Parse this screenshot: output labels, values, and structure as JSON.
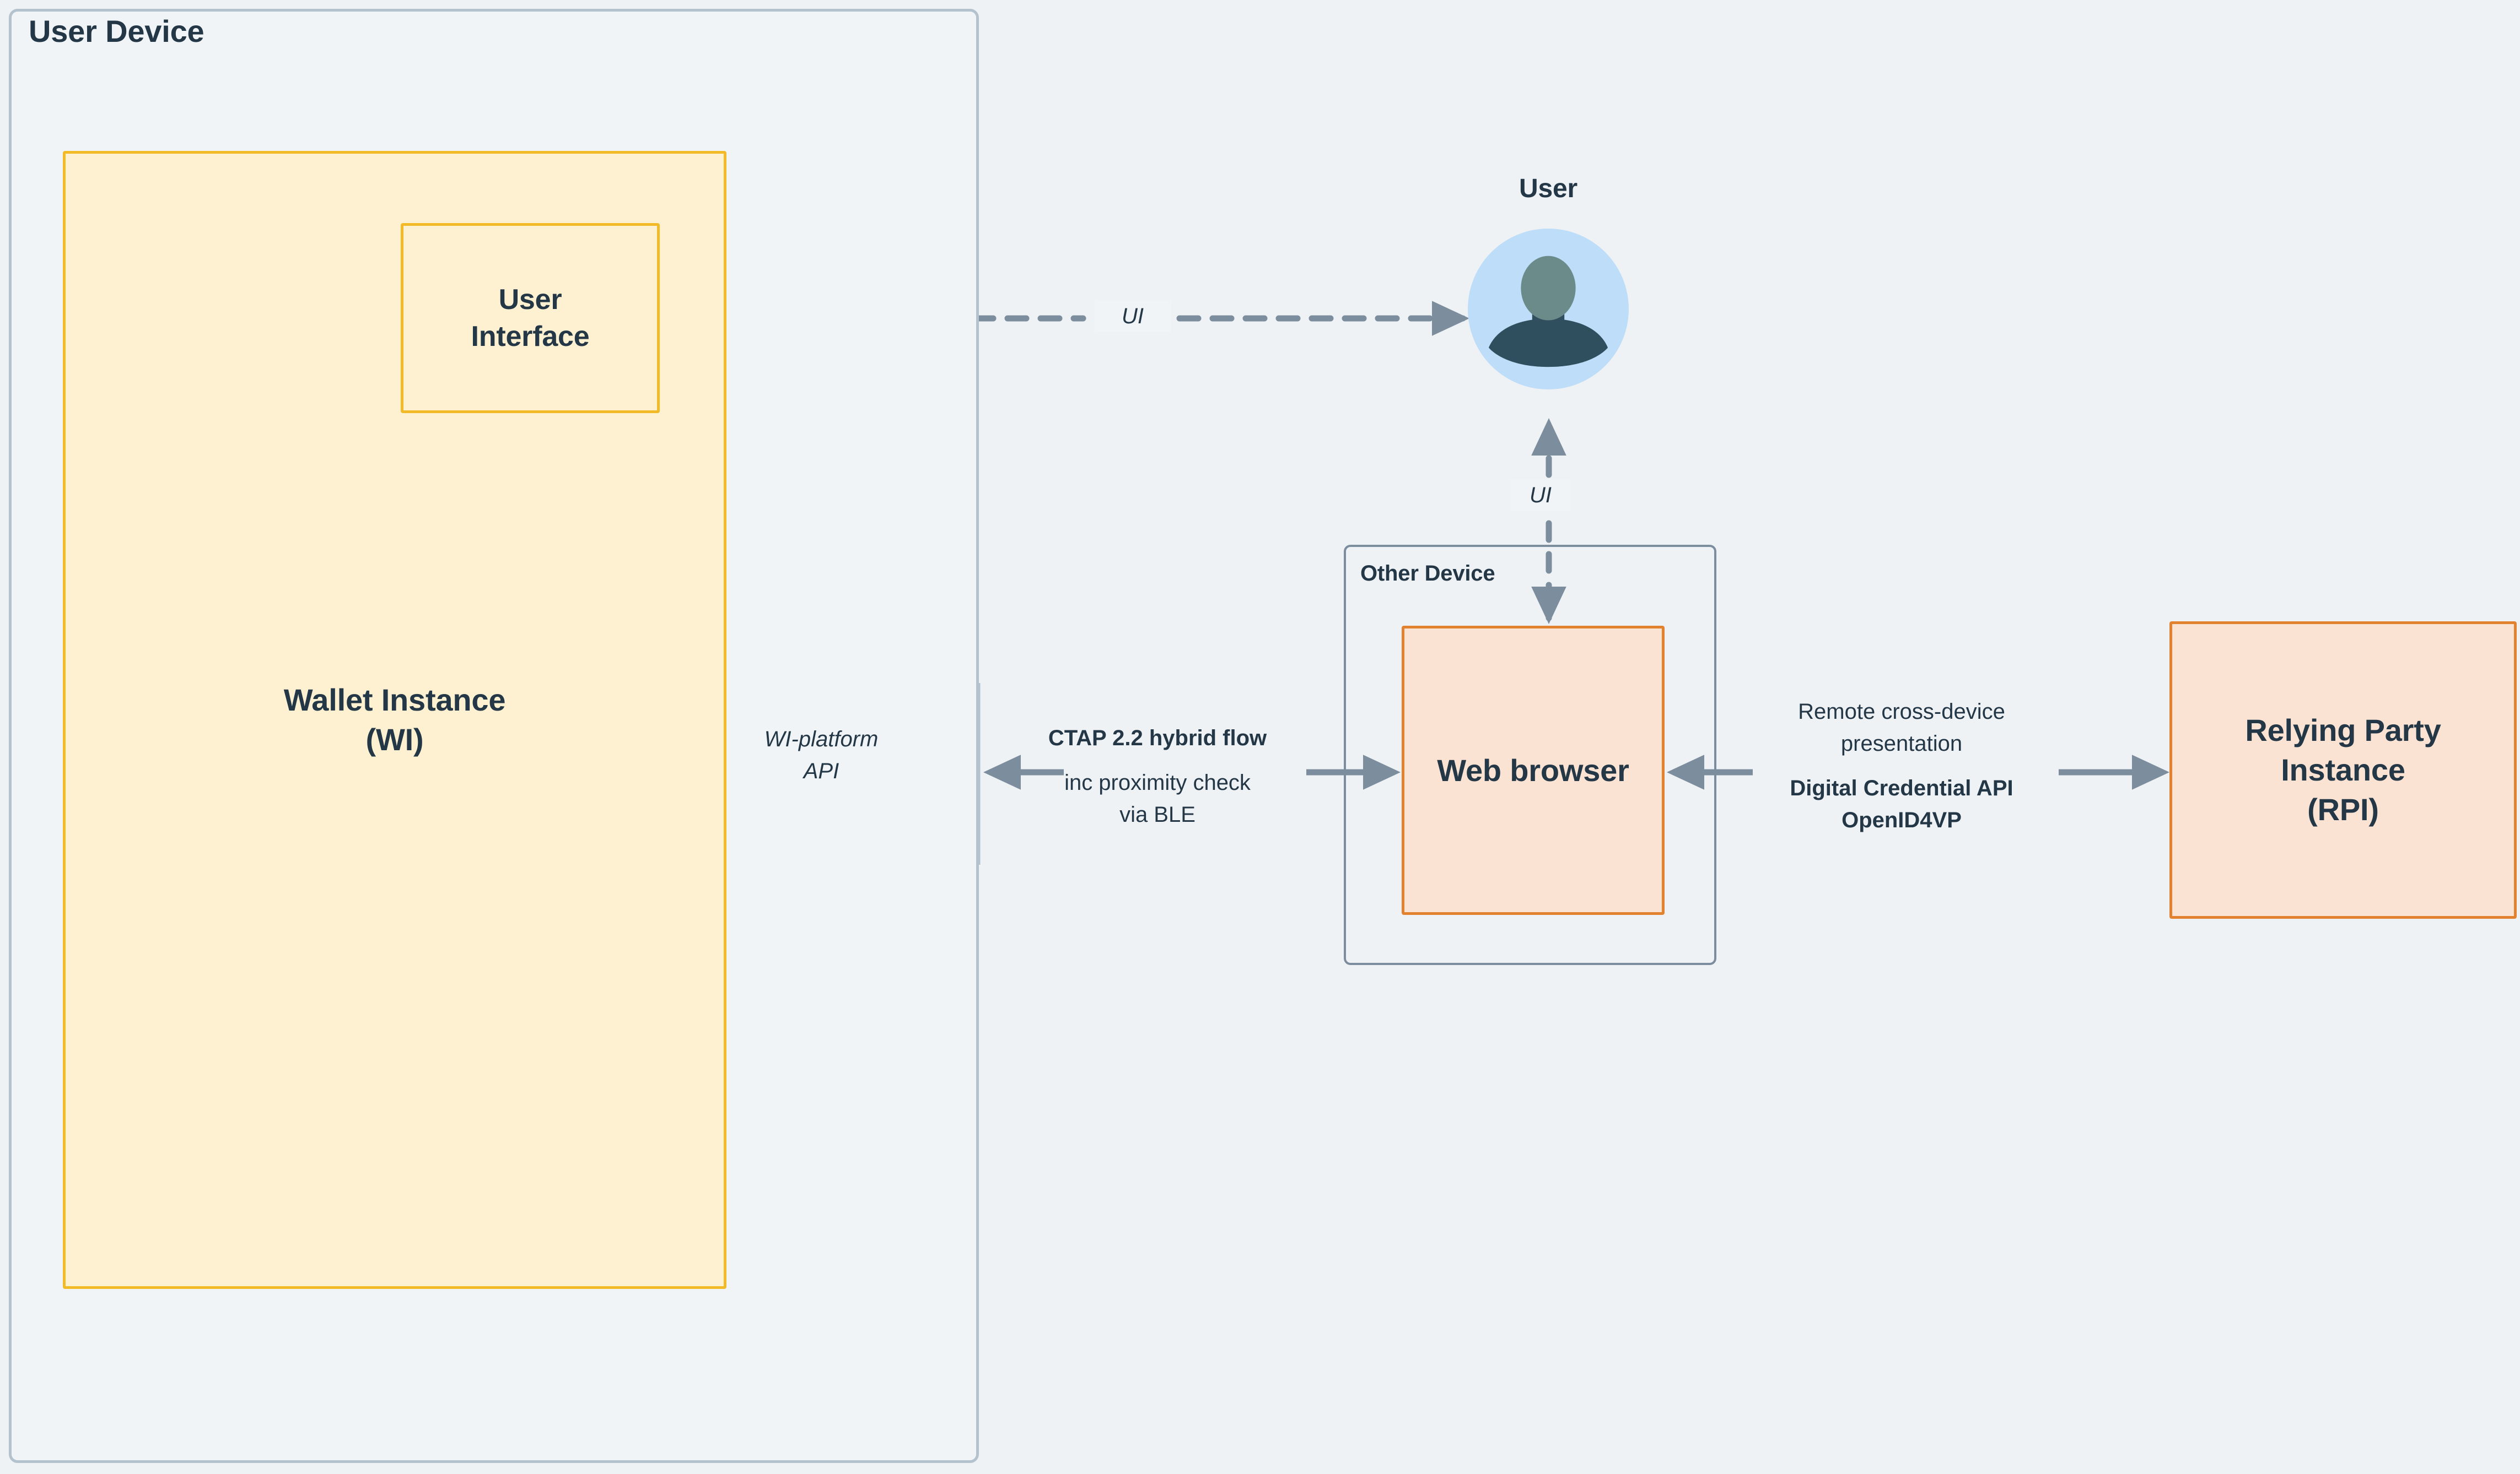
{
  "diagram": {
    "containers": [
      {
        "id": "user-device",
        "title": "User Device"
      },
      {
        "id": "other-device",
        "title": "Other Device"
      }
    ],
    "nodes": [
      {
        "id": "wallet-instance",
        "label": "Wallet Instance\n(WI)",
        "fill": "#FDF1D1",
        "stroke": "#F2BA27"
      },
      {
        "id": "user-interface",
        "label": "User\nInterface",
        "fill": "#FDF1D1",
        "stroke": "#F2BA27"
      },
      {
        "id": "web-browser",
        "label": "Web browser",
        "fill": "#FAE3D2",
        "stroke": "#E2822F"
      },
      {
        "id": "relying-party",
        "label": "Relying Party\nInstance\n(RPI)",
        "fill": "#FAE3D2",
        "stroke": "#E2822F"
      }
    ],
    "actor": {
      "id": "user-actor",
      "label": "User",
      "icon": "user-avatar-icon",
      "circle_color": "#BEDDF8",
      "head_color": "#6B8A8A",
      "body_color": "#2F4F5E"
    },
    "edges": [
      {
        "id": "ui-link-wallet-user",
        "from": "user-interface",
        "to": "user-actor",
        "label": "UI",
        "style": "dashed",
        "arrows": "both",
        "italic": true
      },
      {
        "id": "ui-link-user-browser",
        "from": "user-actor",
        "to": "web-browser",
        "label": "UI",
        "style": "dashed",
        "arrows": "both",
        "italic": true
      },
      {
        "id": "wi-platform-api-link",
        "from": "wallet-instance",
        "to": "ctap-junction",
        "label": "WI-platform\nAPI",
        "style": "dashed",
        "arrows": "both",
        "italic": true
      },
      {
        "id": "ctap-link",
        "from": "wallet-instance",
        "to": "web-browser",
        "label_bold": "CTAP 2.2 hybrid flow",
        "label_plain": "inc proximity check\nvia BLE",
        "style": "solid",
        "arrows": "both"
      },
      {
        "id": "remote-presentation-link",
        "from": "web-browser",
        "to": "relying-party",
        "label_plain": "Remote cross-device\npresentation",
        "label_bold": "Digital Credential API\nOpenID4VP",
        "style": "solid",
        "arrows": "both"
      }
    ],
    "colors": {
      "background": "#EEF2F5",
      "container_border": "#B3C2CD",
      "subcontainer_border": "#7C8E9E",
      "edge": "#7C8E9E",
      "text": "#243746"
    }
  }
}
